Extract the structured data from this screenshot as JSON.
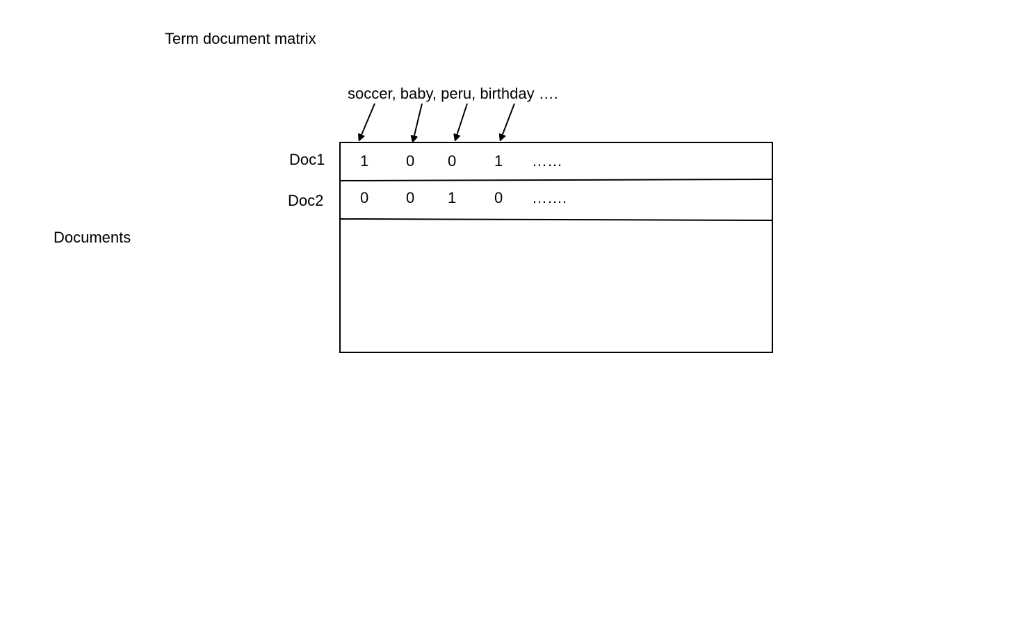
{
  "title": "Term document matrix",
  "terms_label": "soccer, baby, peru, birthday ….",
  "rows_axis_label": "Documents",
  "rows": [
    {
      "label": "Doc1",
      "values": [
        "1",
        "0",
        "0",
        "1"
      ],
      "ellipsis": "……"
    },
    {
      "label": "Doc2",
      "values": [
        "0",
        "0",
        "1",
        "0"
      ],
      "ellipsis": "……."
    }
  ]
}
